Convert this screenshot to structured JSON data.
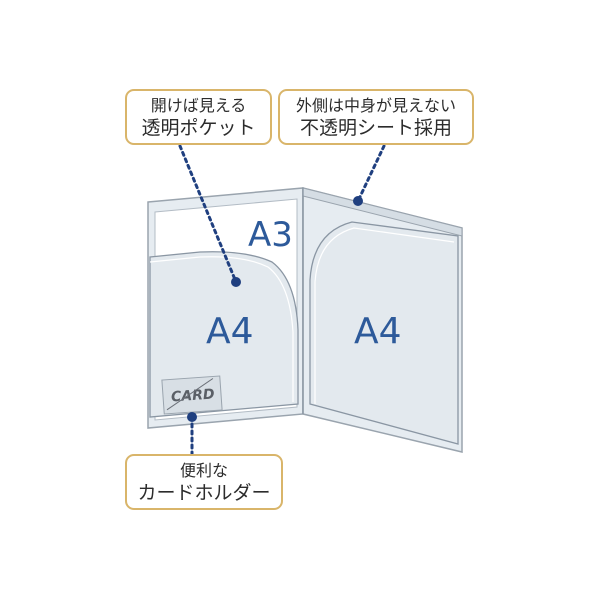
{
  "labels": {
    "a3": "A3",
    "a4_left": "A4",
    "a4_right": "A4",
    "card": "CARD"
  },
  "callouts": {
    "pocket": {
      "line1": "開けば見える",
      "line2": "透明ポケット"
    },
    "sheet": {
      "line1": "外側は中身が見えない",
      "line2": "不透明シート採用"
    },
    "card_holder": {
      "line1": "便利な",
      "line2": "カードホルダー"
    }
  },
  "colors": {
    "callout_border": "#d9b56a",
    "dot_line": "#1f3f7f",
    "size_text": "#2d5a9a",
    "sheet_fill": "#e9eef2",
    "sheet_edge": "#8a96a3"
  }
}
